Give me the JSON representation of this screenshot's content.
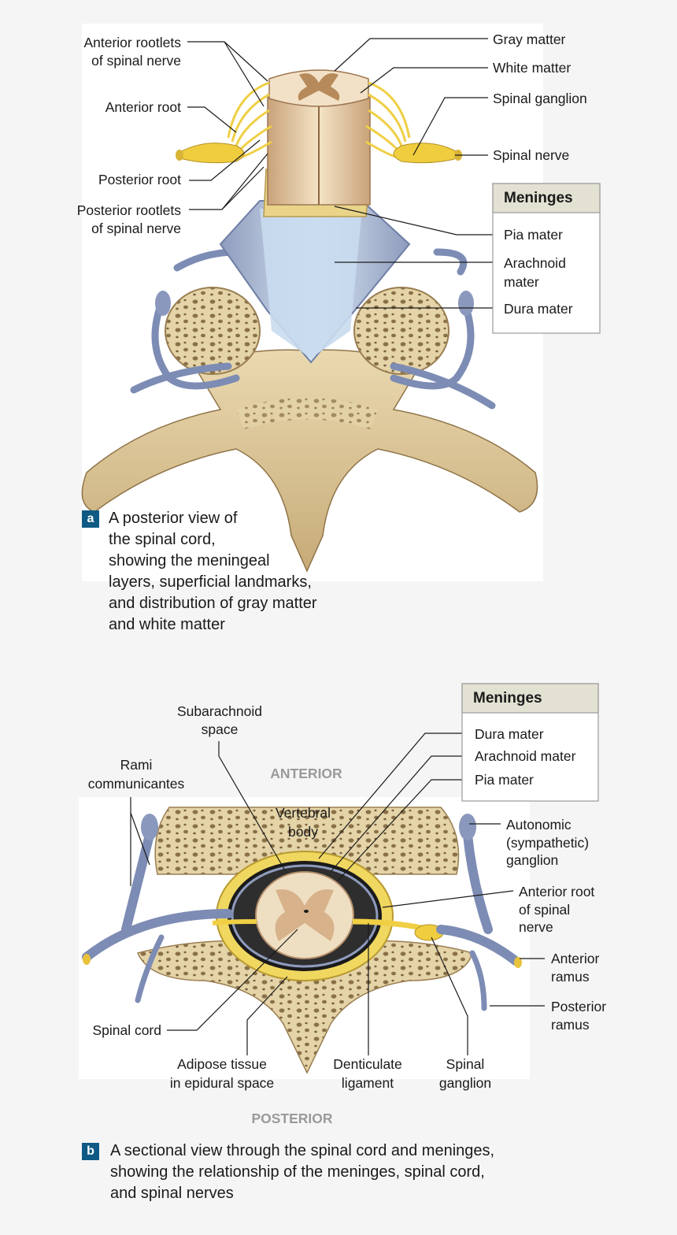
{
  "panel_a": {
    "badge": "a",
    "caption_lines": [
      "A posterior view of",
      "the spinal cord,",
      "showing the meningeal",
      "layers, superficial landmarks,",
      "and distribution of gray matter",
      "and white matter"
    ],
    "labels": {
      "anterior_rootlets": [
        "Anterior rootlets",
        "of spinal nerve"
      ],
      "anterior_root": "Anterior root",
      "posterior_root": "Posterior root",
      "posterior_rootlets": [
        "Posterior rootlets",
        "of spinal nerve"
      ],
      "gray_matter": "Gray matter",
      "white_matter": "White matter",
      "spinal_ganglion": "Spinal ganglion",
      "spinal_nerve": "Spinal nerve"
    },
    "meninges_box": {
      "title": "Meninges",
      "pia": "Pia mater",
      "arachnoid": [
        "Arachnoid",
        "mater"
      ],
      "dura": "Dura mater"
    }
  },
  "panel_b": {
    "badge": "b",
    "caption_lines": [
      "A sectional view through the spinal cord and meninges,",
      "showing the relationship of the meninges, spinal cord,",
      "and spinal nerves"
    ],
    "orientation": {
      "anterior": "ANTERIOR",
      "posterior": "POSTERIOR"
    },
    "labels": {
      "subarachnoid": [
        "Subarachnoid",
        "space"
      ],
      "rami": [
        "Rami",
        "communicantes"
      ],
      "vertebral_body": [
        "Vertebral",
        "body"
      ],
      "autonomic": [
        "Autonomic",
        "(sympathetic)",
        "ganglion"
      ],
      "anterior_root": [
        "Anterior root",
        "of spinal",
        "nerve"
      ],
      "anterior_ramus": [
        "Anterior",
        "ramus"
      ],
      "posterior_ramus": [
        "Posterior",
        "ramus"
      ],
      "spinal_cord": "Spinal cord",
      "adipose": [
        "Adipose tissue",
        "in epidural space"
      ],
      "denticulate": [
        "Denticulate",
        "ligament"
      ],
      "spinal_ganglion": [
        "Spinal",
        "ganglion"
      ]
    },
    "meninges_box": {
      "title": "Meninges",
      "dura": "Dura mater",
      "arachnoid": "Arachnoid mater",
      "pia": "Pia mater"
    }
  },
  "colors": {
    "bone": "#e2d1a6",
    "bone_dark": "#b99d68",
    "nerve": "#f2d24a",
    "dura": "#9aa6c4",
    "arachnoid": "#c6d9ea",
    "cord": "#efdfc2",
    "badge": "#0e5a84"
  }
}
